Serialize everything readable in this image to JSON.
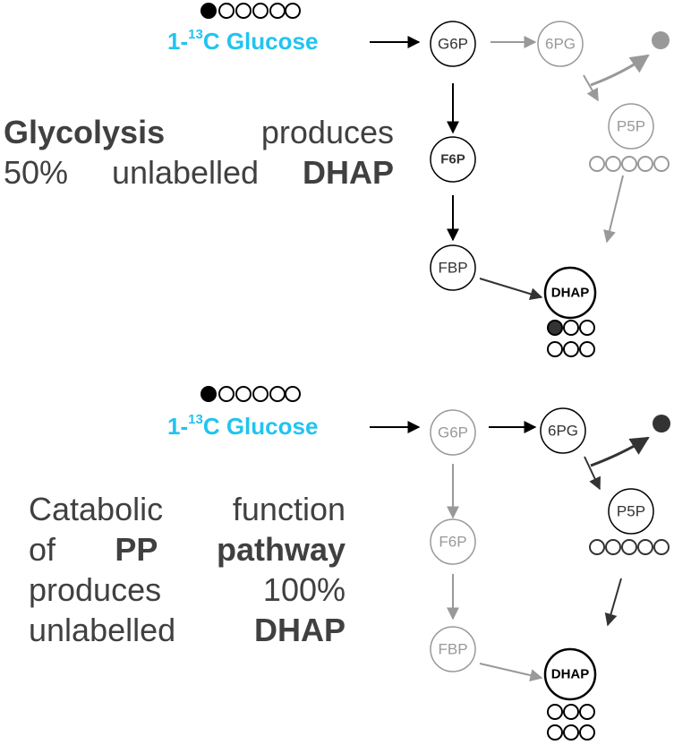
{
  "colors": {
    "glucose_label": "#21c4f0",
    "active": "#000000",
    "active_gray": "#333333",
    "inactive": "#999999",
    "text": "#404040"
  },
  "panel_top": {
    "glucose": {
      "prefix": "1-",
      "superscript": "13",
      "suffix": "C Glucose"
    },
    "nodes": {
      "g6p": "G6P",
      "pg6": "6PG",
      "p5p": "P5P",
      "f6p": "F6P",
      "fbp": "FBP",
      "dhap": "DHAP"
    },
    "description": {
      "line1_bold": "Glycolysis",
      "line1_rest": "produces",
      "line2_rest": "50% unlabelled",
      "line2_bold": "DHAP"
    }
  },
  "panel_bottom": {
    "glucose": {
      "prefix": "1-",
      "superscript": "13",
      "suffix": "C Glucose"
    },
    "nodes": {
      "g6p": "G6P",
      "pg6": "6PG",
      "p5p": "P5P",
      "f6p": "F6P",
      "fbp": "FBP",
      "dhap": "DHAP"
    },
    "description": {
      "line1": "Catabolic function",
      "line2_pre": "of",
      "line2_bold": "PP pathway",
      "line3": "produces 100%",
      "line4_rest": "unlabelled",
      "line4_bold": "DHAP"
    }
  }
}
